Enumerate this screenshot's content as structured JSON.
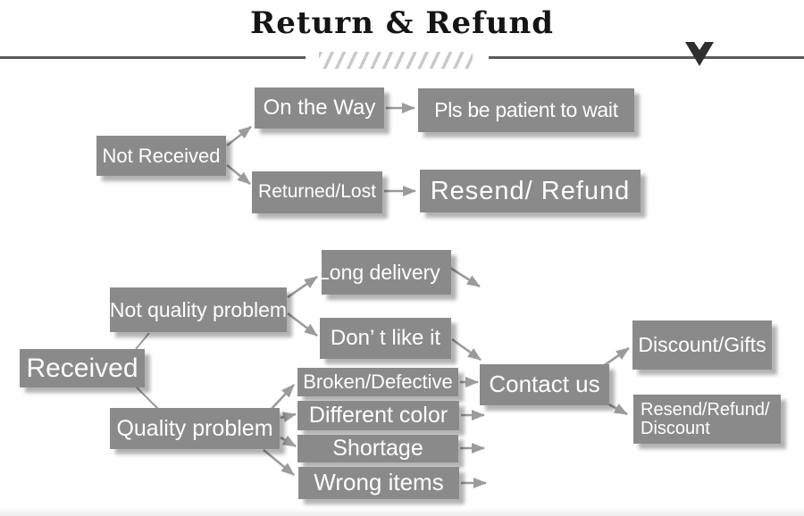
{
  "header": {
    "title": "Return & Refund"
  },
  "colors": {
    "node_background": "#8a8a8a",
    "node_text": "#ffffff",
    "arrow": "#9b9b9b",
    "title_text": "#151515",
    "divider_line": "#5a5a5a",
    "hatch": "#c9c9c9",
    "chevron": "#2e2e2e"
  },
  "not_received_flow": {
    "root": "Not Received",
    "on_the_way": "On the Way",
    "pls_be_patient": "Pls be patient to wait",
    "returned_lost": "Returned/Lost",
    "resend_refund": "Resend/ Refund"
  },
  "received_flow": {
    "root": "Received",
    "not_quality_problem": "Not quality problem",
    "long_delivery": "Long delivery",
    "dont_like_it": "Don’ t like it",
    "quality_problem": "Quality problem",
    "broken_defective": "Broken/Defective",
    "different_color": "Different color",
    "shortage": "Shortage",
    "wrong_items": "Wrong items",
    "contact_us": "Contact us",
    "discount_gifts": "Discount/Gifts",
    "resend_refund_discount_line1": "Resend/Refund/",
    "resend_refund_discount_line2": "Discount"
  }
}
